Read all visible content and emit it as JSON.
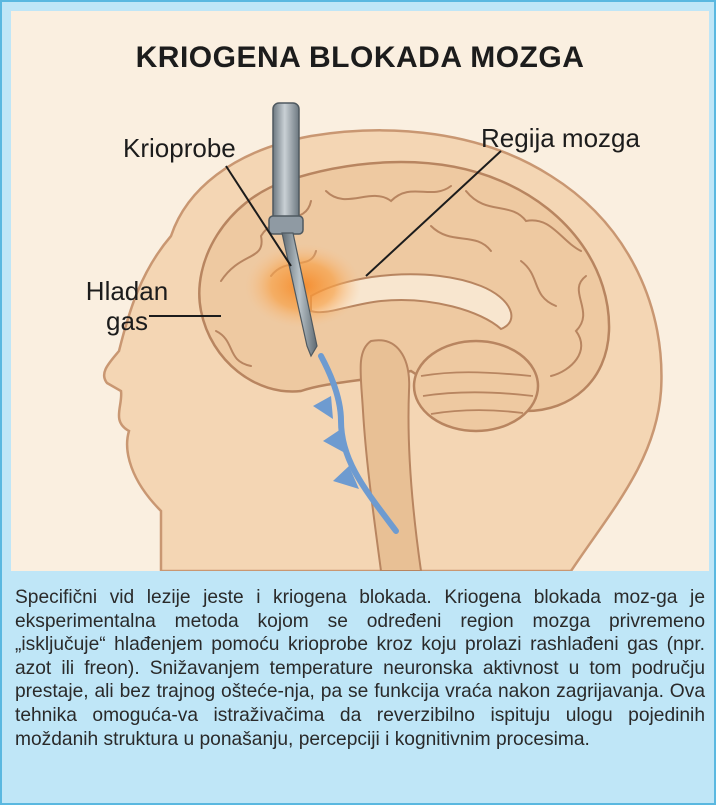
{
  "title": "KRIOGENA BLOKADA MOZGA",
  "labels": {
    "krioprobe": "Krioprobe",
    "regija_mozga": "Regija mozga",
    "hladan_gas": "Hladan gas"
  },
  "caption": "Specifični vid lezije jeste i kriogena blokada. Kriogena blokada moz-ga je eksperimentalna metoda kojom se određeni region mozga privremeno „isključuje“ hlađenjem pomoću krioprobe kroz koju prolazi rashlađeni gas (npr. azot ili freon). Snižavanjem temperature neuronska aktivnost u tom području prestaje, ali bez trajnog oštećе-nja, pa se funkcija vraća nakon zagrijavanja. Ova tehnika omogućа-va istraživačima da reverzibilno ispituju ulogu pojedinih moždanih struktura u ponašanju, percepciji i kognitivnim procesima.",
  "colors": {
    "frame_bg": "#bfe6f7",
    "frame_border": "#5ab8e0",
    "illustration_bg": "#faefe0",
    "skin": "#f4d6b4",
    "brain": "#eec9a1",
    "cold_zone": "#f7a24a",
    "gas_arrow": "#6e9bd0",
    "probe": "#8f9aa3"
  }
}
